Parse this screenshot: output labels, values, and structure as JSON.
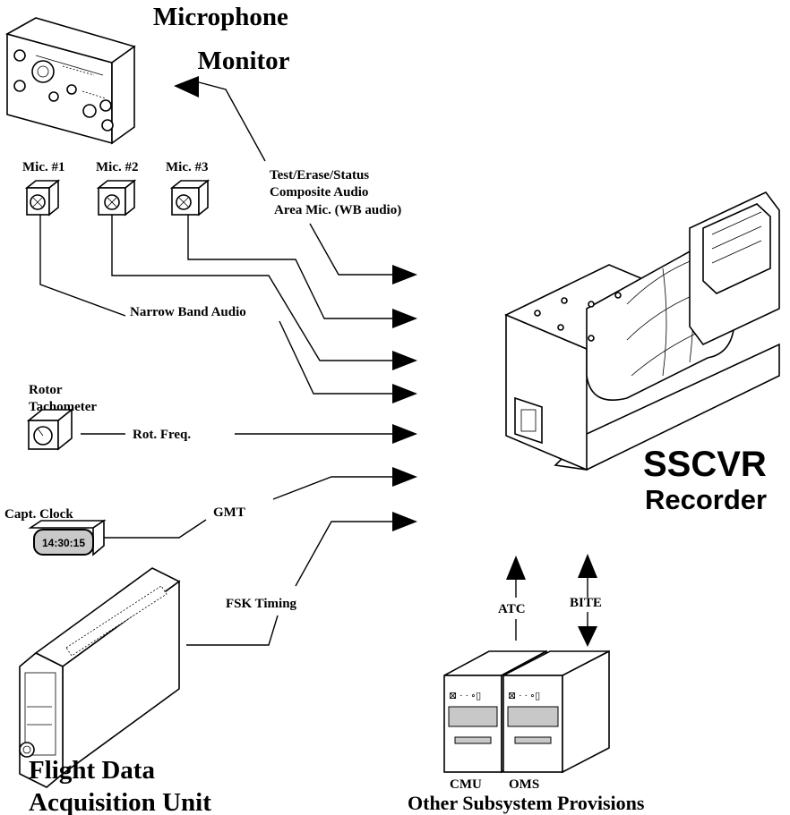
{
  "title_microphone_monitor": [
    "Microphone",
    "Monitor"
  ],
  "microphones": [
    {
      "label": "Mic. #1"
    },
    {
      "label": "Mic. #2"
    },
    {
      "label": "Mic. #3"
    }
  ],
  "monitor_signals": [
    "Test/Erase/Status",
    "Composite Audio",
    "Area Mic. (WB audio)"
  ],
  "narrow_band_label": "Narrow Band Audio",
  "rotor_tachometer": [
    "Rotor",
    "Tachometer"
  ],
  "rot_freq_label": "Rot. Freq.",
  "capt_clock_label": "Capt. Clock",
  "clock_time": "14:30:15",
  "gmt_label": "GMT",
  "fsk_label": "FSK Timing",
  "recorder_title": [
    "SSCVR",
    "Recorder"
  ],
  "fdau_title": [
    "Flight Data",
    "Acquisition Unit"
  ],
  "atc_label": "ATC",
  "bite_label": "BITE",
  "cmu_label": "CMU",
  "oms_label": "OMS",
  "other_provisions": "Other Subsystem Provisions"
}
